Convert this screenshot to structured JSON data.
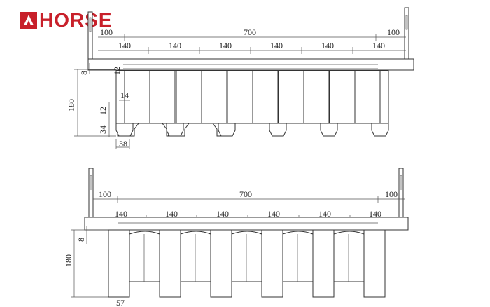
{
  "logo": {
    "text": "HORSE",
    "color": "#c8202a"
  },
  "top_section": {
    "span_total": "700",
    "side_left": "100",
    "side_right": "100",
    "spacings": [
      "140",
      "140",
      "140",
      "140",
      "140",
      "140"
    ],
    "height": "180",
    "slab": "8",
    "haunch": "12",
    "web": "14",
    "web_lower": "12",
    "bulb_height": "34",
    "bulb_width": "38"
  },
  "bottom_section": {
    "span_total": "700",
    "side_left": "100",
    "side_right": "100",
    "spacings": [
      "140",
      "140",
      "140",
      "140",
      "140",
      "140"
    ],
    "height": "180",
    "slab": "8",
    "stem_width": "57"
  }
}
